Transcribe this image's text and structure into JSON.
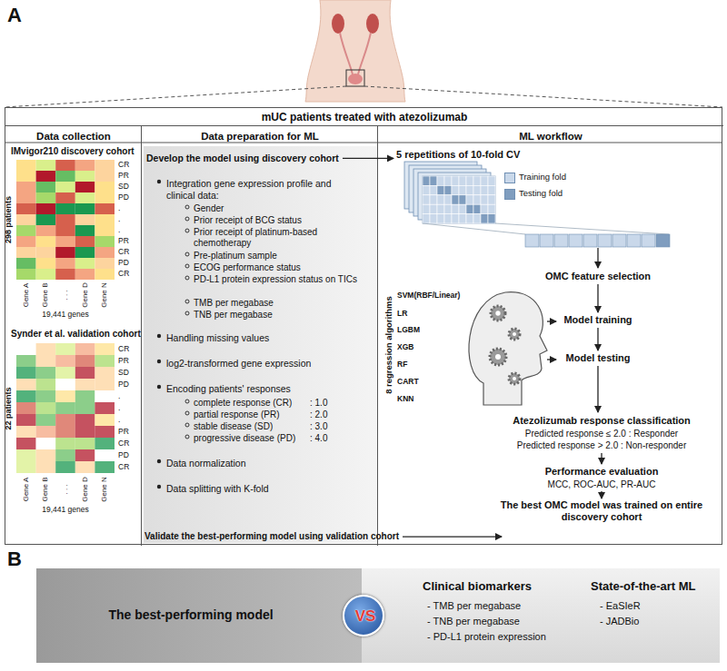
{
  "diagram": {
    "nodes": [
      {
        "text": [
          "mUC patients treated with atezolizumab"
        ]
      },
      {
        "text": [
          "Data collection"
        ],
        "in": 0
      },
      {
        "text": [
          "Data preparation for ML"
        ],
        "in": 0
      },
      {
        "text": [
          "ML workflow"
        ],
        "in": 0
      },
      {
        "text": [
          "Develop the model using discovery cohort",
          "Integration gene expression profile and clinical data:",
          "Gender",
          "Prior receipt of BCG status",
          "Prior receipt of platinum-based chemotherapy",
          "Pre-platinum sample",
          "ECOG performance status",
          "PD-L1 protein expression status on TICs",
          "TMB per megabase",
          "TNB per megabase",
          "Handling missing values",
          "log2-transformed gene expression",
          "Encoding patients' responses",
          "complete response (CR)",
          ": 1.0",
          "partial response (PR)",
          ": 2.0",
          "stable disease (SD)",
          ": 3.0",
          "progressive disease (PD)",
          ": 4.0",
          "Data normalization",
          "Data splitting with K-fold",
          "Validate the best-performing model using validation cohort"
        ],
        "in": 2
      },
      {
        "text": [
          "Clinical biomarkers",
          "- TMB per megabase",
          "- TNB per megabase",
          "- PD-L1 protein expression",
          "State-of-the-art ML",
          "- EaSIeR",
          "- JADBio"
        ]
      },
      {
        "text": [
          "The best-performing model"
        ],
        "in": 5
      },
      {
        "text": [
          "VS"
        ],
        "in": 5
      }
    ],
    "labels": [
      "A",
      "IMvigor210 discovery cohort",
      "298 patients",
      "CR",
      "PR",
      "SD",
      "PD",
      ".",
      ".",
      ".",
      "PR",
      "CR",
      "PD",
      "CR",
      "Gene A",
      "Gene B",
      ". . .",
      "Gene D",
      "Gene N",
      "19,441 genes",
      "Synder et al. validation cohort",
      "22 patients",
      "CR",
      "PR",
      "SD",
      "PD",
      ".",
      ".",
      ".",
      "PR",
      "CR",
      "PD",
      "CR",
      "Gene A",
      "Gene B",
      ". . .",
      "Gene D",
      "Gene N",
      "19,441 genes",
      "5 repetitions of 10-fold CV",
      "OMC feature selection",
      "8 regression algorithms",
      "SVM(RBF/Linear)",
      "LR",
      "LGBM",
      "XGB",
      "RF",
      "CART",
      "KNN",
      "Model training",
      "Model testing",
      "Atezolizumab response classification",
      "Predicted response ≤ 2.0 : Responder",
      "Predicted response > 2.0 : Non-responder",
      "Performance evaluation",
      "MCC, ROC-AUC, PR-AUC",
      "The best OMC model was trained on entire discovery cohort",
      "B"
    ],
    "legend": [
      {
        "text": "Training fold",
        "color": "#c9d8ea"
      },
      {
        "text": "Testing fold",
        "color": "#7f9dbf"
      }
    ]
  }
}
